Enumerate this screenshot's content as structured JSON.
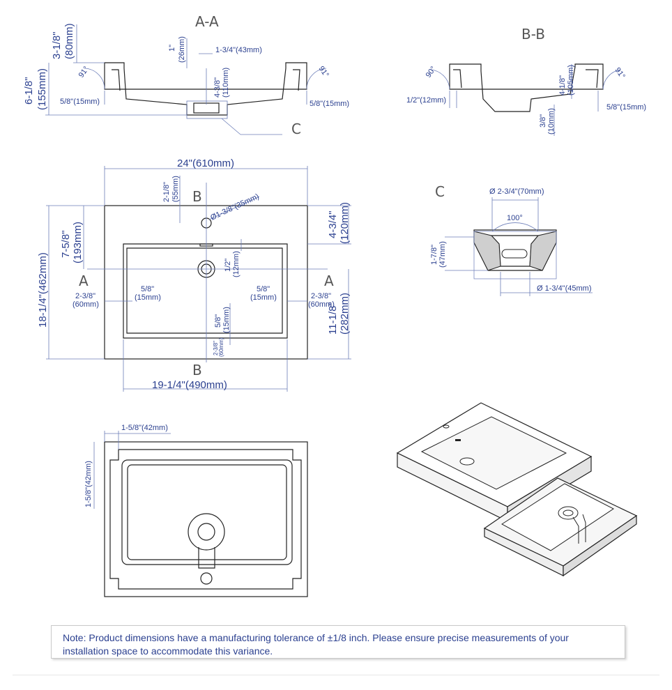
{
  "sections": {
    "aa": "A-A",
    "bb": "B-B",
    "c": "C",
    "a": "A",
    "b": "B"
  },
  "aa": {
    "d1": "3-1/8\"",
    "d1m": "(80mm)",
    "d2": "6-1/8\"",
    "d2m": "(155mm)",
    "d3": "1\"",
    "d3m": "(26mm)",
    "d4": "1-3/4\"(43mm)",
    "d5": "4-3/8\"",
    "d5m": "(110mm)",
    "d6": "5/8\"(15mm)",
    "d7": "5/8\"(15mm)",
    "ang1": "91°",
    "ang2": "91°"
  },
  "bb": {
    "d1": "1/2\"(12mm)",
    "d2": "4-1/8\"",
    "d2m": "(105mm)",
    "d3": "5/8\"(15mm)",
    "d4": "3/8\"",
    "d4m": "(10mm)",
    "ang1": "90°",
    "ang2": "91°"
  },
  "plan": {
    "width": "24\"(610mm)",
    "depth": "18-1/4\"(462mm)",
    "d55": "2-1/8\"",
    "d55m": "(55mm)",
    "hole": "Ø1-3/8\"(35mm)",
    "d193": "7-5/8\"",
    "d193m": "(193mm)",
    "d120": "4-3/4\"",
    "d120m": "(120mm)",
    "d12": "1/2\"",
    "d12m": "(12mm)",
    "d60l": "2-3/8\"",
    "d60lm": "(60mm)",
    "d15l": "5/8\"",
    "d15lm": "(15mm)",
    "d15r": "5/8\"",
    "d15rm": "(15mm)",
    "d60r": "2-3/8\"",
    "d60rm": "(60mm)",
    "d15b": "5/8\"",
    "d15bm": "(15mm)",
    "d282": "11-1/8\"",
    "d282m": "(282mm)",
    "d60b": "2-3/8\"",
    "d60bm": "(60mm)",
    "basin": "19-1/4\"(490mm)"
  },
  "detail": {
    "top": "Ø 2-3/4\"(70mm)",
    "ang": "100°",
    "h": "1-7/8\"",
    "hm": "(47mm)",
    "bot": "Ø 1-3/4\"(45mm)"
  },
  "bottom": {
    "d1": "1-5/8\"(42mm)",
    "d2": "1-5/8\"(42mm)"
  },
  "note": "Note: Product dimensions have a manufacturing tolerance of ±1/8 inch. Please ensure precise measurements of your installation space to accommodate this variance."
}
